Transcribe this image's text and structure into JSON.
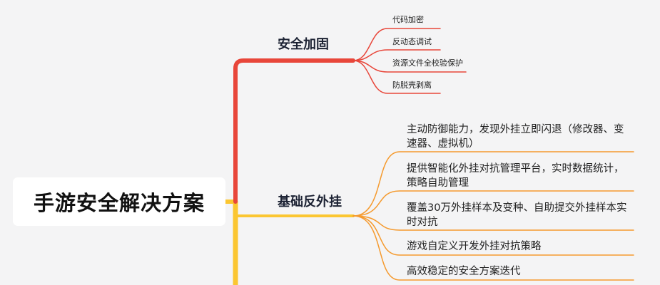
{
  "root": {
    "label": "手游安全解决方案"
  },
  "branches": [
    {
      "label": "安全加固",
      "color": "#e8463a",
      "leaves": [
        "代码加密",
        "反动态调试",
        "资源文件全校验保护",
        "防脱壳剥离"
      ]
    },
    {
      "label": "基础反外挂",
      "color": "#f59a2e",
      "leaves": [
        [
          "主动防御能力，发现外挂立即闪退（修改器、变",
          "速器、虚拟机）"
        ],
        [
          "提供智能化外挂对抗管理平台，实时数据统计，",
          "策略自助管理"
        ],
        [
          "覆盖30万外挂样本及变种、自助提交外挂样本实",
          "时对抗"
        ],
        [
          "游戏自定义开发外挂对抗策略"
        ],
        [
          "高效稳定的安全方案迭代"
        ]
      ]
    }
  ],
  "colors": {
    "trunk_red": "#e8463a",
    "trunk_yellow": "#fbc631",
    "leaf_orange": "#f59a2e"
  }
}
